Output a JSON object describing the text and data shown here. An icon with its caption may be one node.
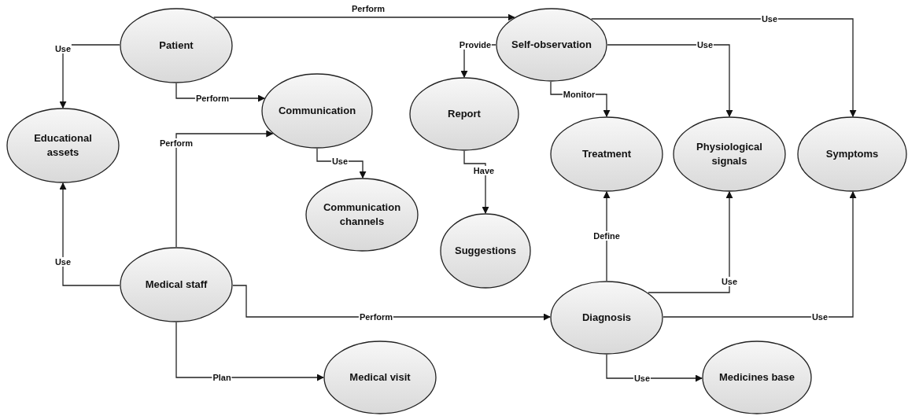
{
  "diagram": {
    "nodes": [
      {
        "text": [
          "Patient"
        ]
      },
      {
        "text": [
          "Self-observation"
        ]
      },
      {
        "text": [
          "Educational assets"
        ]
      },
      {
        "text": [
          "Communication"
        ]
      },
      {
        "text": [
          "Report"
        ]
      },
      {
        "text": [
          "Treatment"
        ]
      },
      {
        "text": [
          "Physiological signals"
        ]
      },
      {
        "text": [
          "Symptoms"
        ]
      },
      {
        "text": [
          "Communication channels"
        ]
      },
      {
        "text": [
          "Suggestions"
        ]
      },
      {
        "text": [
          "Medical staff"
        ]
      },
      {
        "text": [
          "Diagnosis"
        ]
      },
      {
        "text": [
          "Medical visit"
        ]
      },
      {
        "text": [
          "Medicines base"
        ]
      }
    ],
    "edges": [
      {
        "from": 0,
        "to": 2,
        "arrow": "to",
        "label": "Use"
      },
      {
        "from": 0,
        "to": 1,
        "arrow": "to",
        "label": "Perform"
      },
      {
        "from": 0,
        "to": 3,
        "arrow": "to",
        "label": "Perform"
      },
      {
        "from": 10,
        "to": 3,
        "arrow": "to",
        "label": "Perform"
      },
      {
        "from": 1,
        "to": 4,
        "arrow": "to",
        "label": "Provide"
      },
      {
        "from": 1,
        "to": 5,
        "arrow": "to",
        "label": "Monitor"
      },
      {
        "from": 1,
        "to": 6,
        "arrow": "to",
        "label": "Use"
      },
      {
        "from": 1,
        "to": 7,
        "arrow": "to",
        "label": "Use"
      },
      {
        "from": 3,
        "to": 8,
        "arrow": "to",
        "label": "Use"
      },
      {
        "from": 4,
        "to": 9,
        "arrow": "to",
        "label": "Have"
      },
      {
        "from": 10,
        "to": 2,
        "arrow": "to",
        "label": "Use"
      },
      {
        "from": 10,
        "to": 11,
        "arrow": "to",
        "label": "Perform"
      },
      {
        "from": 10,
        "to": 12,
        "arrow": "to",
        "label": "Plan"
      },
      {
        "from": 11,
        "to": 5,
        "arrow": "to",
        "label": "Define"
      },
      {
        "from": 11,
        "to": 6,
        "arrow": "to",
        "label": "Use"
      },
      {
        "from": 11,
        "to": 7,
        "arrow": "to",
        "label": "Use"
      },
      {
        "from": 11,
        "to": 13,
        "arrow": "to",
        "label": "Use"
      }
    ]
  }
}
